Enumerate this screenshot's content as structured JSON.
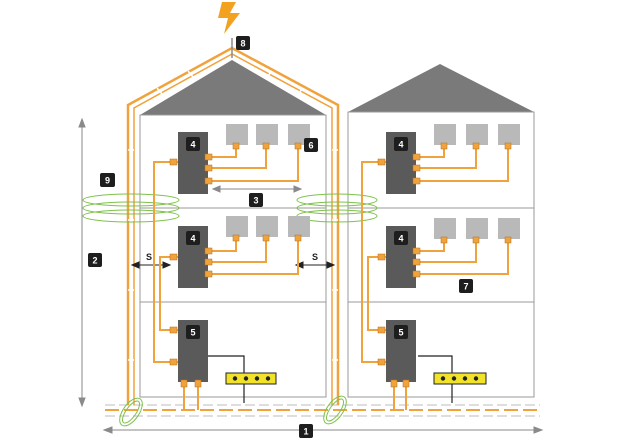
{
  "labels": {
    "n1": "1",
    "n2": "2",
    "n3": "3",
    "n4a": "4",
    "n4b": "4",
    "n4c": "4",
    "n4d": "4",
    "n5a": "5",
    "n5b": "5",
    "n6": "6",
    "n7": "7",
    "n8": "8",
    "n9": "9",
    "s_left": "S",
    "s_right": "S"
  },
  "colors": {
    "orange": "#f0a23c",
    "wall": "#9a9a9a",
    "roof": "#7a7a7a",
    "cabinet": "#5a5a5a",
    "device": "#b9b9b9",
    "busbar": "#f2e32a",
    "coil": "#7ec24a",
    "tag": "#1e1e1e",
    "lightning": "#f3a21f"
  }
}
